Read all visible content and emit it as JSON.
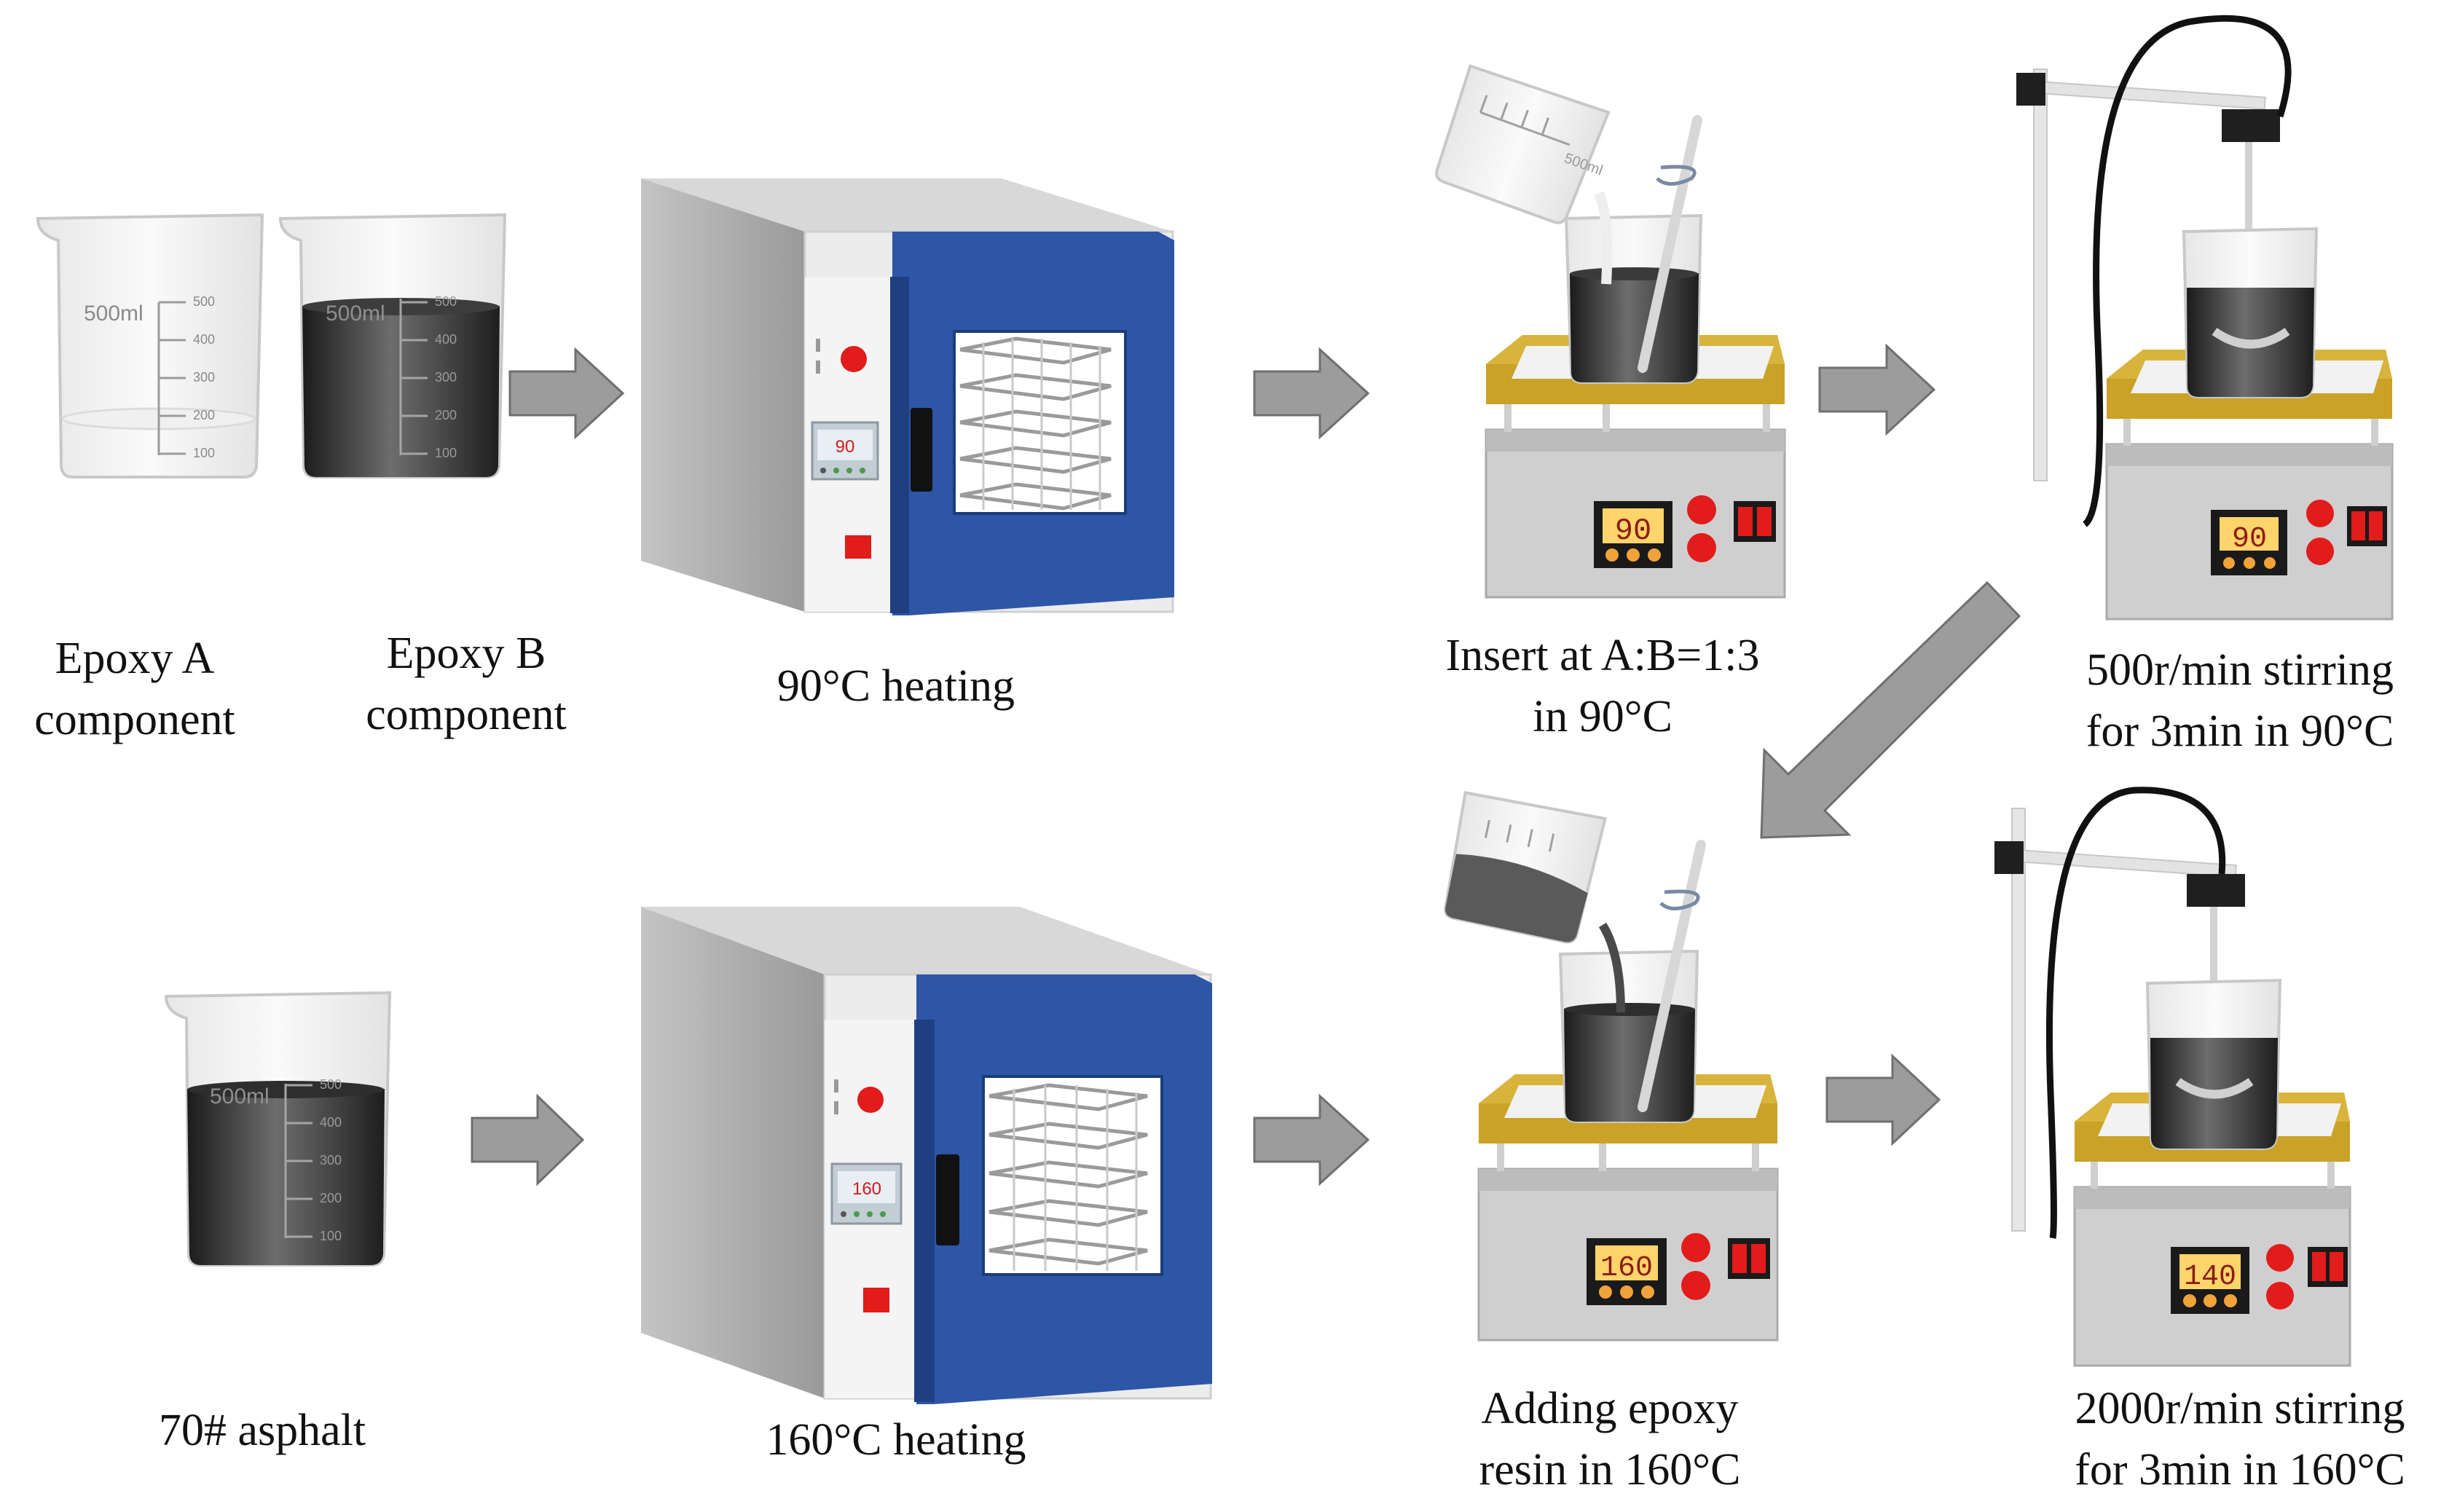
{
  "beakers": {
    "epoxy_a_scale": {
      "volume_label": "500ml",
      "ticks": [
        "500",
        "400",
        "300",
        "200",
        "100"
      ]
    },
    "epoxy_b_scale": {
      "volume_label": "500ml",
      "ticks": [
        "500",
        "400",
        "300",
        "200",
        "100"
      ]
    },
    "asphalt_scale": {
      "volume_label": "500ml",
      "ticks": [
        "500",
        "400",
        "300",
        "200",
        "100"
      ]
    },
    "pour_top_label": "500ml"
  },
  "ovens": {
    "top_display": "90",
    "bottom_display": "160"
  },
  "stirrers": {
    "top_left_display": "90",
    "top_right_display": "90",
    "bottom_left_display": "160",
    "bottom_right_display": "140"
  },
  "captions": {
    "epoxy_a": [
      "Epoxy A",
      "component"
    ],
    "epoxy_b": [
      "Epoxy B",
      "component"
    ],
    "heating_90": [
      "90°C heating"
    ],
    "insert_ratio": [
      "Insert at A:B=1:3",
      "in 90°C"
    ],
    "stir_500": [
      "500r/min stirring",
      "for 3min in 90°C"
    ],
    "asphalt": [
      "70# asphalt"
    ],
    "heating_160": [
      "160°C heating"
    ],
    "adding_epoxy": [
      "Adding epoxy",
      "resin in 160°C"
    ],
    "stir_2000": [
      "2000r/min stirring",
      "for 3min in 160°C"
    ]
  },
  "colors": {
    "oven_door": "#2d56a6",
    "oven_body": "#e9e9e9",
    "hotplate_top": "#c9a227",
    "hotplate_body": "#cfcfcf",
    "asphalt": "#333333",
    "indicator_red": "#e21b1b",
    "arrow": "#9c9c9c"
  }
}
